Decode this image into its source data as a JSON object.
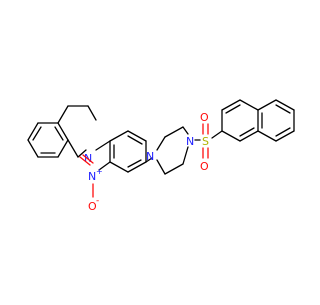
{
  "molecule": {
    "atom_labels": {
      "n_isoquinoline": "N",
      "n_nitro": "N",
      "nitro_plus": "+",
      "o_nitro_top": "O",
      "o_nitro_bottom": "O",
      "o_minus": "-",
      "n_piperazine_left": "N",
      "n_piperazine_right": "N",
      "s_sulfonyl": "S",
      "o_sulfonyl_top": "O",
      "o_sulfonyl_bottom": "O"
    },
    "colors": {
      "bond": "#000000",
      "nitrogen": "#2020ff",
      "oxygen": "#ff0d0d",
      "sulfur": "#b2b200"
    }
  }
}
